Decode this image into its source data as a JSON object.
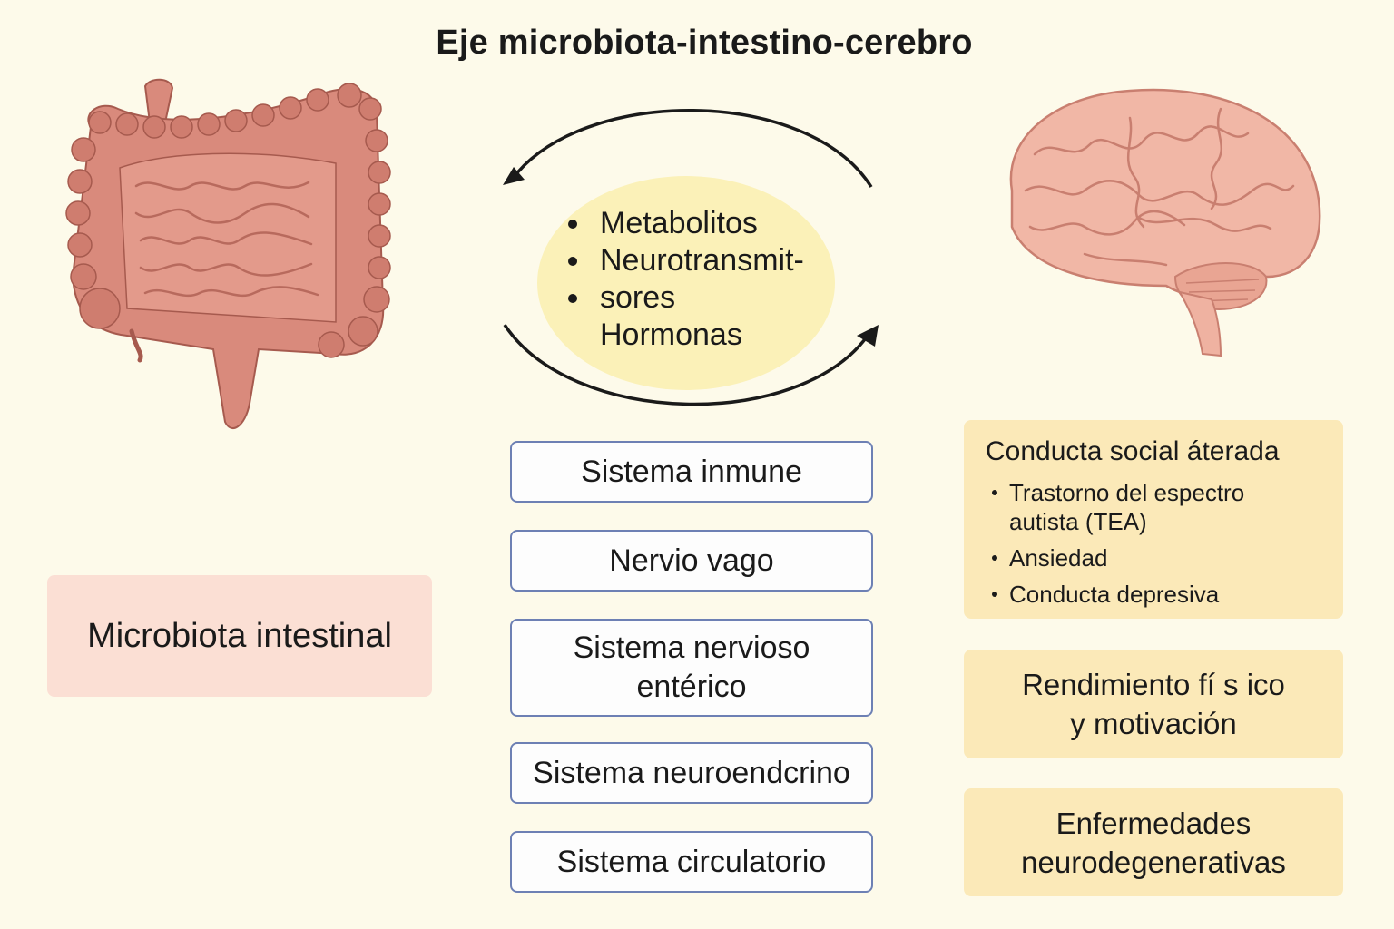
{
  "title": "Eje microbiota-intestino-cerebro",
  "mediators": {
    "items": [
      "Metabolitos",
      "Neurotransmit-",
      "sores",
      "Hormonas"
    ]
  },
  "pathways": [
    {
      "line1": "Sistema inmune"
    },
    {
      "line1": "Nervio vago"
    },
    {
      "line1": "Sistema nervioso",
      "line2": "entérico"
    },
    {
      "line1": "Sistema neuroendcrino"
    },
    {
      "line1": "Sistema circulatorio"
    }
  ],
  "microbiota": {
    "label": "Microbiota intestinal"
  },
  "effects": {
    "conducta": {
      "title": "Conducta social áterada",
      "items": [
        "Trastorno del espectro",
        "Ansiedad",
        "Conducta depresiva"
      ],
      "item0_cont": "autista (TEA)"
    },
    "rendimiento": {
      "line1": "Rendimiento fí s ico",
      "line2": "y motivación"
    },
    "enfermedades": {
      "line1": "Enfermedades",
      "line2": "neurodegenerativas"
    }
  },
  "colors": {
    "background": "#fdfaea",
    "intestine": "#d98a7c",
    "brain": "#f1b7a6",
    "ellipse": "#fbf1b8",
    "box_border": "#6d80b4",
    "microbiota_bg": "#fbdfd4",
    "effect_bg": "#fbe9b8"
  },
  "icons": [
    "intestine-illustration",
    "brain-illustration",
    "cycle-arrow-left",
    "cycle-arrow-right"
  ]
}
